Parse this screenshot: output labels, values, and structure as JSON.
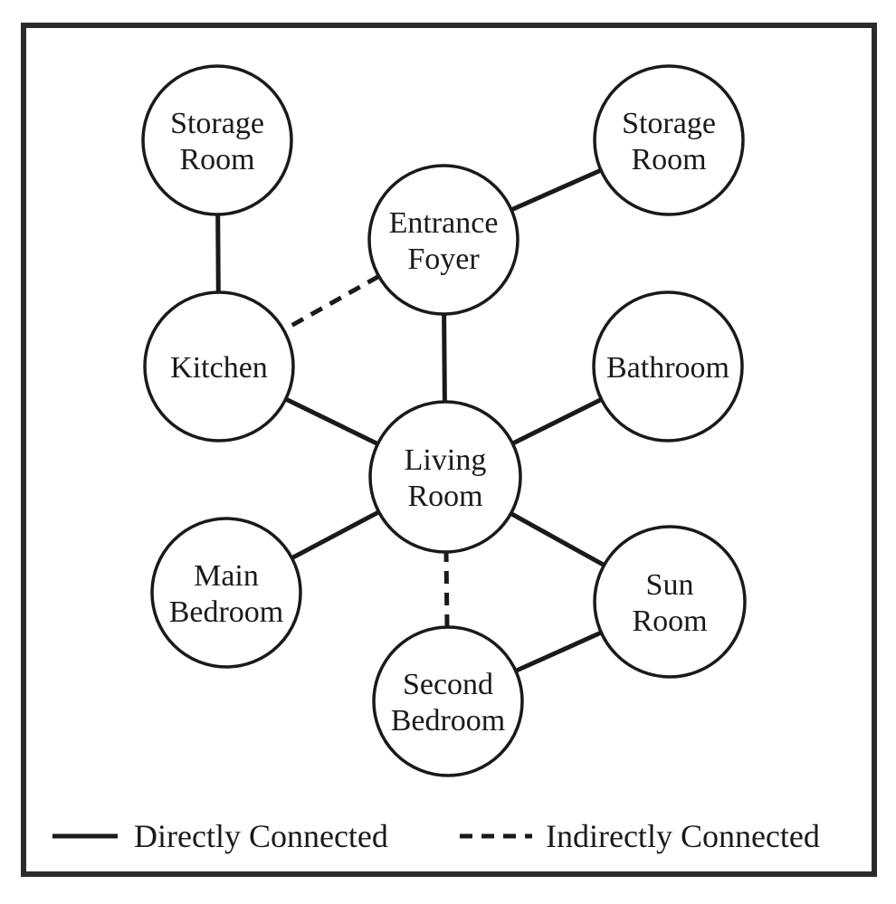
{
  "rooms": [
    {
      "id": "storage-room-left",
      "lines": [
        "Storage",
        "Room"
      ]
    },
    {
      "id": "storage-room-right",
      "lines": [
        "Storage",
        "Room"
      ]
    },
    {
      "id": "entrance-foyer",
      "lines": [
        "Entrance",
        "Foyer"
      ]
    },
    {
      "id": "kitchen",
      "lines": [
        "Kitchen"
      ]
    },
    {
      "id": "bathroom",
      "lines": [
        "Bathroom"
      ]
    },
    {
      "id": "living-room",
      "lines": [
        "Living",
        "Room"
      ]
    },
    {
      "id": "main-bedroom",
      "lines": [
        "Main",
        "Bedroom"
      ]
    },
    {
      "id": "sun-room",
      "lines": [
        "Sun",
        "Room"
      ]
    },
    {
      "id": "second-bedroom",
      "lines": [
        "Second",
        "Bedroom"
      ]
    }
  ],
  "connections": [
    {
      "from": "storage-room-left",
      "to": "kitchen",
      "type": "direct"
    },
    {
      "from": "storage-room-right",
      "to": "entrance-foyer",
      "type": "direct"
    },
    {
      "from": "entrance-foyer",
      "to": "kitchen",
      "type": "indirect"
    },
    {
      "from": "entrance-foyer",
      "to": "living-room",
      "type": "direct"
    },
    {
      "from": "kitchen",
      "to": "living-room",
      "type": "direct"
    },
    {
      "from": "bathroom",
      "to": "living-room",
      "type": "direct"
    },
    {
      "from": "main-bedroom",
      "to": "living-room",
      "type": "direct"
    },
    {
      "from": "sun-room",
      "to": "living-room",
      "type": "direct"
    },
    {
      "from": "second-bedroom",
      "to": "living-room",
      "type": "indirect"
    },
    {
      "from": "second-bedroom",
      "to": "sun-room",
      "type": "direct"
    }
  ],
  "legend": {
    "direct_label": "Directly Connected",
    "indirect_label": "Indirectly Connected"
  }
}
